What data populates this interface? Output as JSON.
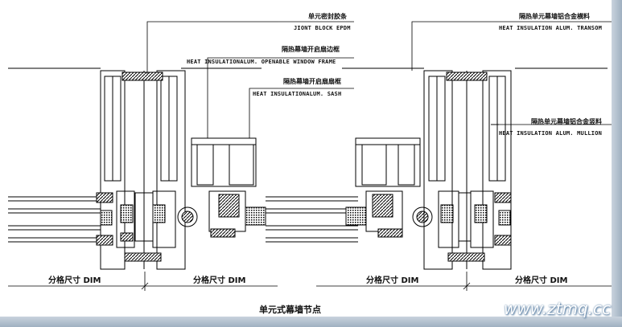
{
  "labels": {
    "sealing_block_cn": "单元密封胶条",
    "sealing_block_en": "JIONT BLOCK EPDM",
    "opening_frame_cn": "隔热幕墙开启扇边框",
    "opening_frame_en": "HEAT INSULATIONALUM. OPENABLE WINDOW FRAME",
    "sash_cn": "隔热幕墙开启扇扇框",
    "sash_en": "HEAT INSULATIONALUM. SASH",
    "transom_cn": "隔热单元幕墙铝合金横料",
    "transom_en": "HEAT INSULATION ALUM. TRANSOM",
    "mullion_cn": "隔热单元幕墙铝合金竖料",
    "mullion_en": "HEAT INSULATION ALUM. MULLION"
  },
  "dimensions": [
    "分格尺寸 DIM",
    "分格尺寸 DIM",
    "分格尺寸 DIM",
    "分格尺寸 DIM"
  ],
  "caption": "单元式幕墙节点",
  "watermark": "www.ztmq.cc"
}
